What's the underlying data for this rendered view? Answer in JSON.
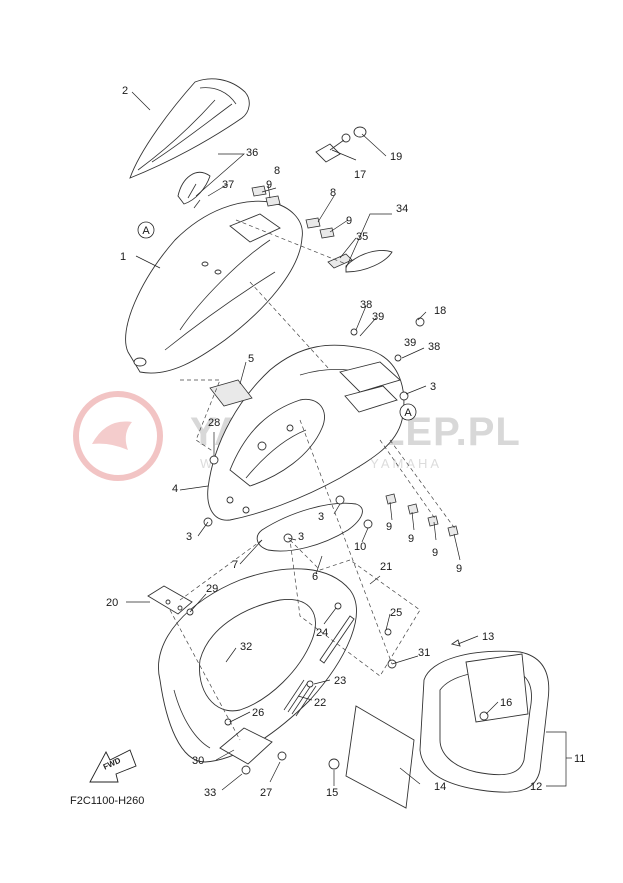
{
  "diagram": {
    "code": "F2C1100-H260",
    "fwd_label": "FWD",
    "watermark": {
      "main": "YAMA-SKLEP.PL",
      "sub": "WWW...........ALER YAMAHA"
    },
    "callouts": [
      "1",
      "2",
      "3",
      "4",
      "5",
      "6",
      "7",
      "8",
      "9",
      "10",
      "11",
      "12",
      "13",
      "14",
      "15",
      "16",
      "17",
      "18",
      "19",
      "20",
      "21",
      "22",
      "23",
      "24",
      "25",
      "26",
      "27",
      "28",
      "29",
      "30",
      "31",
      "32",
      "33",
      "34",
      "35",
      "36",
      "37",
      "38",
      "39"
    ],
    "reference_mark": "A"
  }
}
